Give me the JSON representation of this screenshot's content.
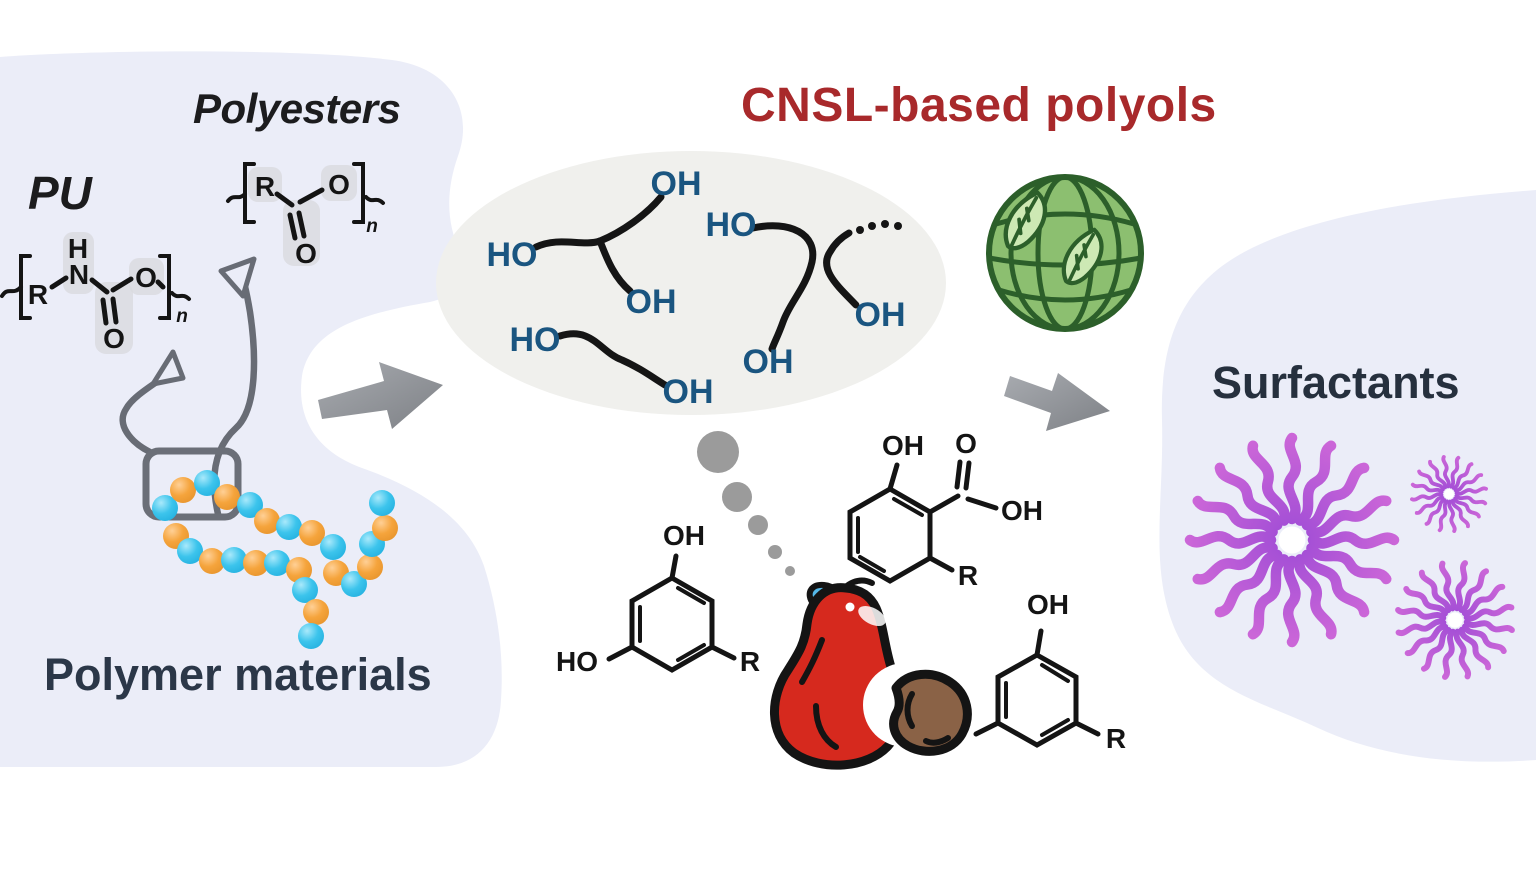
{
  "headings": {
    "polyesters": "Polyesters",
    "pu": "PU",
    "title": "CNSL-based polyols",
    "polymer_materials": "Polymer materials",
    "surfactants": "Surfactants"
  },
  "cloud": {
    "labels": [
      "OH",
      "HO",
      "OH",
      "HO",
      "OH",
      "OH",
      "HO",
      "OH"
    ]
  },
  "structures": {
    "pu": {
      "r": "R",
      "h": "H",
      "n": "N",
      "o_carbonyl": "O",
      "o_ester": "O",
      "sub": "n"
    },
    "polyester": {
      "r": "R",
      "o_carbonyl": "O",
      "o_ester": "O",
      "sub": "n"
    },
    "cardol": {
      "oh_top": "OH",
      "ho_left": "HO",
      "r": "R"
    },
    "anacardic_acid": {
      "oh_phenol": "OH",
      "o_carbonyl": "O",
      "oh_acid": "OH",
      "r": "R"
    },
    "cardanol": {
      "oh": "OH",
      "r": "R"
    }
  },
  "icons": {
    "globe": "eco-globe-with-leaves",
    "cashew": "cashew-apple-and-nut",
    "micelles": "surfactant-micelles"
  },
  "colors": {
    "blob_lavender": "#ebedf8",
    "cloud_gray": "#f0f0ed",
    "title_red": "#a8292b",
    "heading_dark": "#1c1c1e",
    "navy_text": "#2b3748",
    "hydroxyl_blue": "#1a5580",
    "bead_orange": "#f5a43c",
    "bead_cyan": "#3cc4ec",
    "arrow_gray": "#8f9296",
    "globe_green": "#8cbf70",
    "globe_outline": "#2c5f2a",
    "leaf_light_green": "#cde9b4",
    "cashew_red": "#d6291e",
    "nut_brown": "#8a6246",
    "cashew_leaf_blue": "#55b8e8",
    "micelle_magenta": "#cb5fd4",
    "micelle_violet": "#7038cf"
  }
}
